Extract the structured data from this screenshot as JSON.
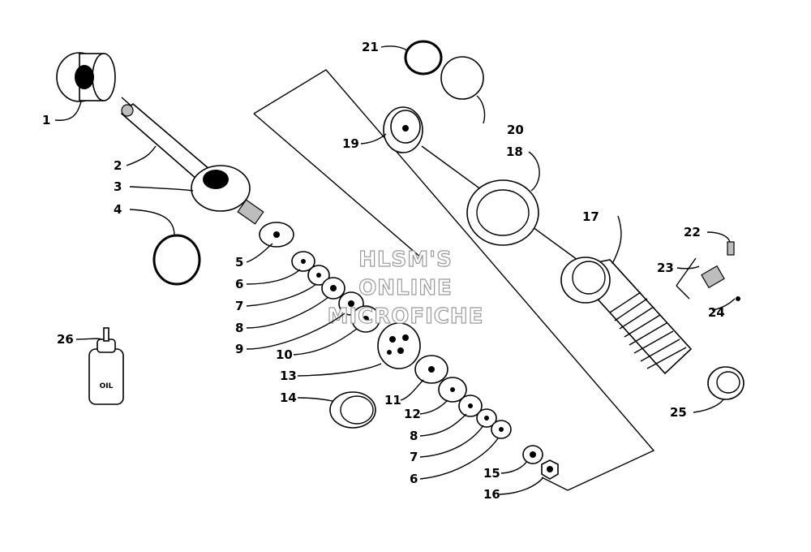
{
  "diagram": {
    "callouts": [
      {
        "id": "c1",
        "label": "1"
      },
      {
        "id": "c2",
        "label": "2"
      },
      {
        "id": "c3",
        "label": "3"
      },
      {
        "id": "c4",
        "label": "4"
      },
      {
        "id": "c5",
        "label": "5"
      },
      {
        "id": "c6a",
        "label": "6"
      },
      {
        "id": "c7a",
        "label": "7"
      },
      {
        "id": "c8a",
        "label": "8"
      },
      {
        "id": "c9",
        "label": "9"
      },
      {
        "id": "c10",
        "label": "10"
      },
      {
        "id": "c11",
        "label": "11"
      },
      {
        "id": "c12",
        "label": "12"
      },
      {
        "id": "c13",
        "label": "13"
      },
      {
        "id": "c14",
        "label": "14"
      },
      {
        "id": "c8b",
        "label": "8"
      },
      {
        "id": "c7b",
        "label": "7"
      },
      {
        "id": "c6b",
        "label": "6"
      },
      {
        "id": "c15",
        "label": "15"
      },
      {
        "id": "c16",
        "label": "16"
      },
      {
        "id": "c17",
        "label": "17"
      },
      {
        "id": "c18",
        "label": "18"
      },
      {
        "id": "c19",
        "label": "19"
      },
      {
        "id": "c20",
        "label": "20"
      },
      {
        "id": "c21",
        "label": "21"
      },
      {
        "id": "c22",
        "label": "22"
      },
      {
        "id": "c23",
        "label": "23"
      },
      {
        "id": "c24",
        "label": "24"
      },
      {
        "id": "c25",
        "label": "25"
      },
      {
        "id": "c26",
        "label": "26"
      }
    ],
    "watermark": [
      "HLSM'S",
      "ONLINE",
      "MICROFICHE"
    ],
    "oil_bottle_text": "OIL"
  }
}
